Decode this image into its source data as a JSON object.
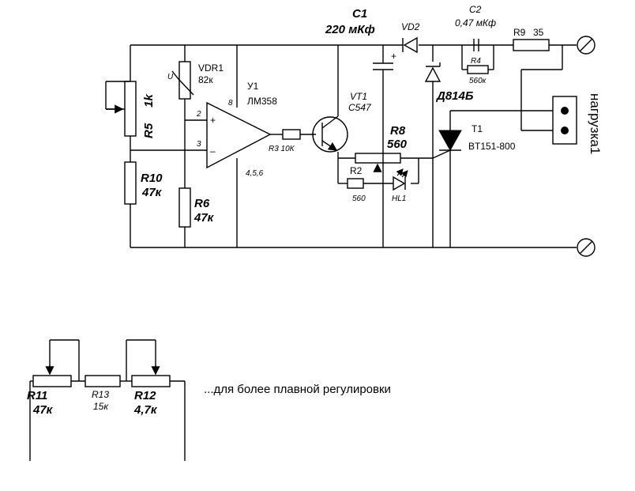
{
  "components": {
    "c1": {
      "name": "C1",
      "value": "220 мКф"
    },
    "vd2": {
      "name": "VD2"
    },
    "c2": {
      "name": "C2",
      "value": "0,47 мКф"
    },
    "r9": {
      "name": "R9",
      "value": "35"
    },
    "r4": {
      "name": "R4",
      "value": "560к"
    },
    "vdr1": {
      "name": "VDR1",
      "value": "82к",
      "mark": "U"
    },
    "u1": {
      "name": "У1",
      "model": "ЛМ358",
      "pin8": "8",
      "pin2": "2",
      "pin3": "3",
      "pins_gnd": "4,5,6",
      "plus": "+",
      "minus": "–"
    },
    "r5": {
      "name": "R5",
      "value": "1k"
    },
    "r10": {
      "name": "R10",
      "value": "47к"
    },
    "r6": {
      "name": "R6",
      "value": "47к"
    },
    "r3": {
      "label": "R3 10К"
    },
    "vt1": {
      "name": "VT1",
      "model": "C547"
    },
    "r8": {
      "name": "R8",
      "value": "560"
    },
    "r2": {
      "name": "R2",
      "value": "560"
    },
    "hl1": {
      "name": "HL1"
    },
    "zener": {
      "name": "Д814Б"
    },
    "t1": {
      "name": "T1",
      "model": "BT151-800"
    },
    "load": {
      "name": "нагрузка1"
    },
    "plus_sign": "+"
  },
  "alt_chain": {
    "r11": {
      "name": "R11",
      "value": "47к"
    },
    "r13": {
      "name": "R13",
      "value": "15к"
    },
    "r12": {
      "name": "R12",
      "value": "4,7к"
    },
    "note": "...для более плавной регулировки"
  }
}
